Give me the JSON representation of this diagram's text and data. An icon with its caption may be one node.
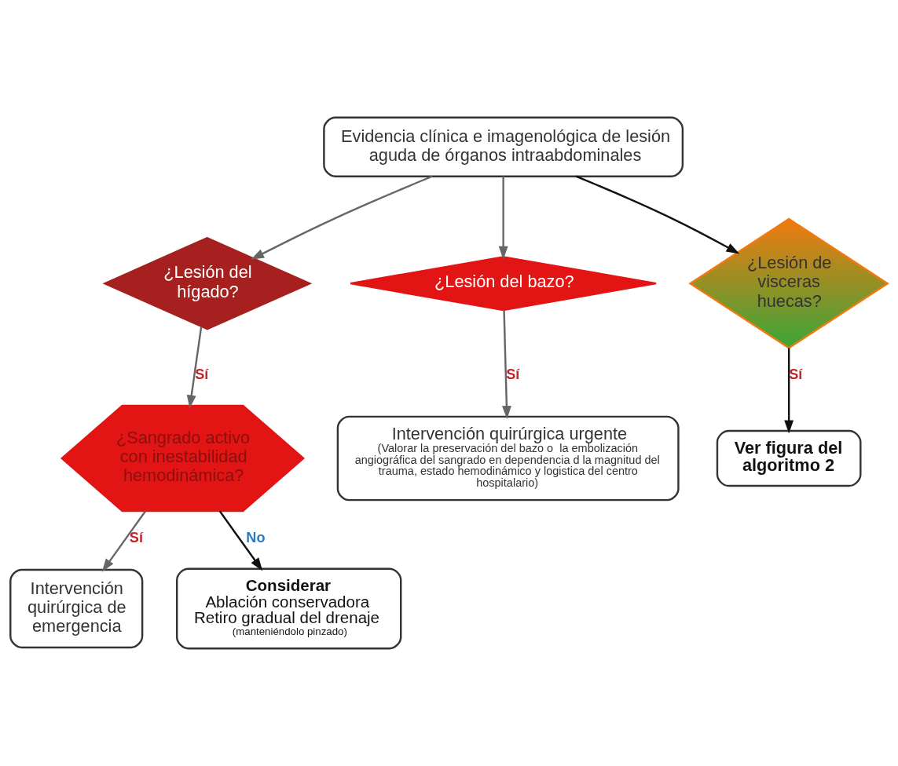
{
  "diagram": {
    "nodes": [
      {
        "text": [
          "Evidencia clínica e imagenológica de lesión aguda de órganos intraabdominales"
        ]
      },
      {
        "text": [
          "¿Lesión del hígado?"
        ]
      },
      {
        "text": [
          "¿Lesión del bazo?"
        ]
      },
      {
        "text": [
          "¿Lesión de visceras huecas?"
        ]
      },
      {
        "text": [
          "¿Sangrado activo con inestabilidad hemodinámica?"
        ]
      },
      {
        "text": [
          "Intervención quirúrgica urgente",
          "(Valorar la preservación del bazo o  la embolización angiográfica del sangrado en dependencia d la magnitud del trauma, estado hemodinámico y logistica del centro hospitalario)"
        ]
      },
      {
        "text": [
          "Ver figura del algoritmo 2"
        ]
      },
      {
        "text": [
          "Intervención quirúrgica de emergencia"
        ]
      },
      {
        "text": [
          "Considerar",
          "Ablación conservadora",
          "Retiro gradual del drenaje",
          "(manteniéndolo pinzado)"
        ]
      }
    ],
    "edges": [
      {
        "from": 0,
        "to": 1,
        "arrow": "to"
      },
      {
        "from": 0,
        "to": 2,
        "arrow": "to"
      },
      {
        "from": 0,
        "to": 3,
        "arrow": "to",
        "color": "#111111"
      },
      {
        "from": 1,
        "to": 4,
        "arrow": "to",
        "label": "Sí"
      },
      {
        "from": 2,
        "to": 5,
        "arrow": "to",
        "label": "Sí"
      },
      {
        "from": 3,
        "to": 6,
        "arrow": "to",
        "label": "Sí",
        "color": "#111111"
      },
      {
        "from": 4,
        "to": 7,
        "arrow": "to",
        "label": "Sí"
      },
      {
        "from": 4,
        "to": 8,
        "arrow": "to",
        "label": "No",
        "color": "#111111"
      }
    ]
  }
}
